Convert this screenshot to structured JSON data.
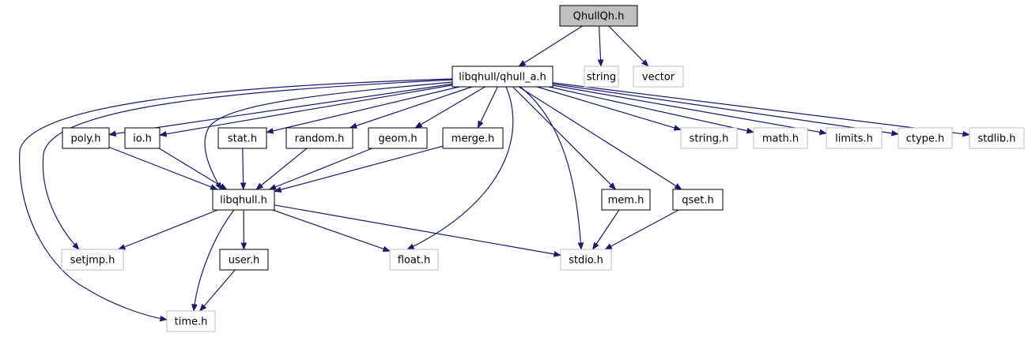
{
  "graph": {
    "nodes": [
      {
        "id": "qhullqh",
        "label": "QhullQh.h",
        "kind": "root"
      },
      {
        "id": "qhull_a",
        "label": "libqhull/qhull_a.h",
        "kind": "file"
      },
      {
        "id": "string",
        "label": "string",
        "kind": "external"
      },
      {
        "id": "vector",
        "label": "vector",
        "kind": "external"
      },
      {
        "id": "poly",
        "label": "poly.h",
        "kind": "file"
      },
      {
        "id": "io",
        "label": "io.h",
        "kind": "file"
      },
      {
        "id": "stat",
        "label": "stat.h",
        "kind": "file"
      },
      {
        "id": "random",
        "label": "random.h",
        "kind": "file"
      },
      {
        "id": "geom",
        "label": "geom.h",
        "kind": "file"
      },
      {
        "id": "merge",
        "label": "merge.h",
        "kind": "file"
      },
      {
        "id": "string_h",
        "label": "string.h",
        "kind": "external"
      },
      {
        "id": "math",
        "label": "math.h",
        "kind": "external"
      },
      {
        "id": "limits",
        "label": "limits.h",
        "kind": "external"
      },
      {
        "id": "ctype",
        "label": "ctype.h",
        "kind": "external"
      },
      {
        "id": "stdlib",
        "label": "stdlib.h",
        "kind": "external"
      },
      {
        "id": "libqhull",
        "label": "libqhull.h",
        "kind": "file"
      },
      {
        "id": "mem",
        "label": "mem.h",
        "kind": "file"
      },
      {
        "id": "qset",
        "label": "qset.h",
        "kind": "file"
      },
      {
        "id": "setjmp",
        "label": "setjmp.h",
        "kind": "external"
      },
      {
        "id": "user",
        "label": "user.h",
        "kind": "file"
      },
      {
        "id": "float",
        "label": "float.h",
        "kind": "external"
      },
      {
        "id": "stdio",
        "label": "stdio.h",
        "kind": "external"
      },
      {
        "id": "time",
        "label": "time.h",
        "kind": "external"
      }
    ],
    "edges": [
      [
        "qhullqh",
        "qhull_a"
      ],
      [
        "qhullqh",
        "string"
      ],
      [
        "qhullqh",
        "vector"
      ],
      [
        "qhull_a",
        "poly"
      ],
      [
        "qhull_a",
        "io"
      ],
      [
        "qhull_a",
        "stat"
      ],
      [
        "qhull_a",
        "random"
      ],
      [
        "qhull_a",
        "geom"
      ],
      [
        "qhull_a",
        "merge"
      ],
      [
        "qhull_a",
        "string_h"
      ],
      [
        "qhull_a",
        "math"
      ],
      [
        "qhull_a",
        "limits"
      ],
      [
        "qhull_a",
        "ctype"
      ],
      [
        "qhull_a",
        "stdlib"
      ],
      [
        "qhull_a",
        "libqhull"
      ],
      [
        "qhull_a",
        "mem"
      ],
      [
        "qhull_a",
        "qset"
      ],
      [
        "qhull_a",
        "setjmp"
      ],
      [
        "qhull_a",
        "float"
      ],
      [
        "qhull_a",
        "stdio"
      ],
      [
        "qhull_a",
        "time"
      ],
      [
        "poly",
        "libqhull"
      ],
      [
        "io",
        "libqhull"
      ],
      [
        "stat",
        "libqhull"
      ],
      [
        "random",
        "libqhull"
      ],
      [
        "geom",
        "libqhull"
      ],
      [
        "merge",
        "libqhull"
      ],
      [
        "libqhull",
        "setjmp"
      ],
      [
        "libqhull",
        "user"
      ],
      [
        "libqhull",
        "float"
      ],
      [
        "libqhull",
        "stdio"
      ],
      [
        "libqhull",
        "time"
      ],
      [
        "user",
        "time"
      ],
      [
        "mem",
        "stdio"
      ],
      [
        "qset",
        "stdio"
      ]
    ],
    "colors": {
      "edge": "#191970",
      "root_fill": "#bfbfbf",
      "file_border": "#000000",
      "external_border": "#bfbfbf",
      "text": "#000000"
    }
  }
}
